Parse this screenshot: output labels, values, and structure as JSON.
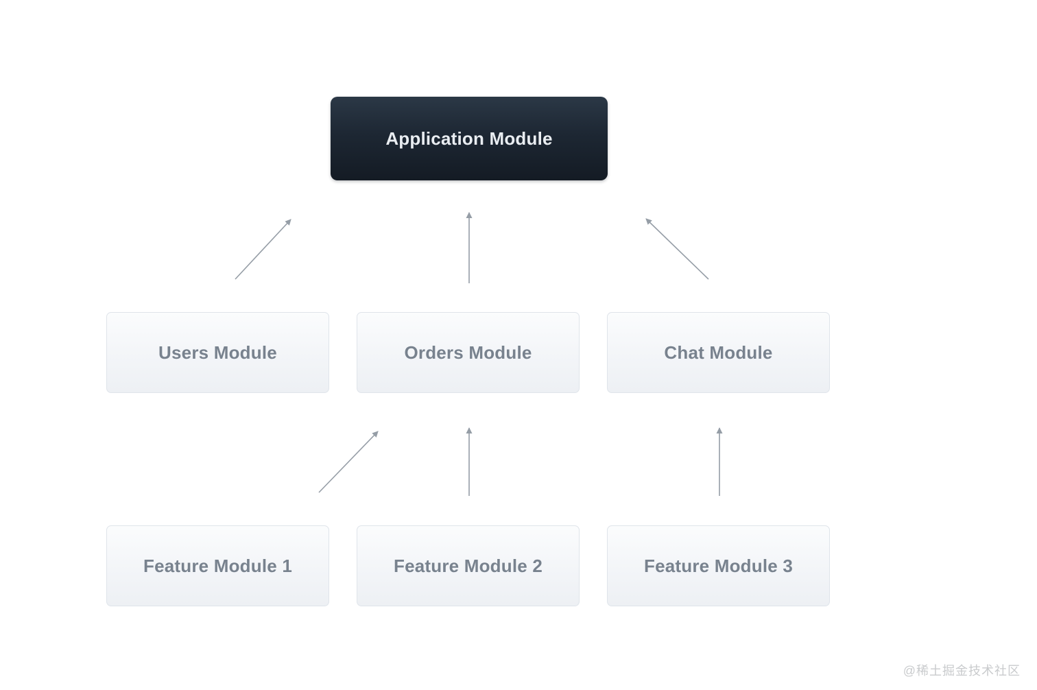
{
  "diagram": {
    "root": {
      "label": "Application Module"
    },
    "middle": [
      {
        "label": "Users Module"
      },
      {
        "label": "Orders Module"
      },
      {
        "label": "Chat Module"
      }
    ],
    "bottom": [
      {
        "label": "Feature Module 1"
      },
      {
        "label": "Feature Module 2"
      },
      {
        "label": "Feature Module 3"
      }
    ],
    "edges": [
      {
        "from": "Users Module",
        "to": "Application Module"
      },
      {
        "from": "Orders Module",
        "to": "Application Module"
      },
      {
        "from": "Chat Module",
        "to": "Application Module"
      },
      {
        "from": "Feature Module 1",
        "to": "Orders Module"
      },
      {
        "from": "Feature Module 2",
        "to": "Orders Module"
      },
      {
        "from": "Feature Module 3",
        "to": "Chat Module"
      }
    ]
  },
  "watermark": {
    "text": "@稀土掘金技术社区"
  },
  "colors": {
    "dark_node_top": "#2b3846",
    "dark_node_bottom": "#141b24",
    "dark_node_text": "#e9edf1",
    "light_node_bg": "#f3f5f8",
    "light_node_border": "#dfe4ea",
    "light_node_text": "#78828e",
    "arrow": "#959da6",
    "watermark_text": "#c9cbcd",
    "background": "#ffffff"
  }
}
